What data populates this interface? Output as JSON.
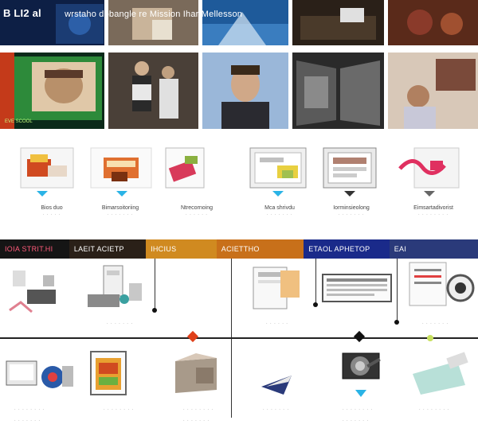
{
  "header": {
    "logo_text": "B LI2 al",
    "title": "wrstaho dobangle re Mission Ihar Mellesson"
  },
  "photo_tiles": [
    {
      "name": "photo-tile-1",
      "accent": "#1b3c73"
    },
    {
      "name": "photo-tile-2",
      "accent": "#c9b49a"
    },
    {
      "name": "photo-tile-3",
      "accent": "#3a7dbf"
    },
    {
      "name": "photo-tile-4",
      "accent": "#4a3a2a"
    },
    {
      "name": "photo-tile-5",
      "accent": "#8a3a2a"
    },
    {
      "name": "photo-tile-6",
      "accent": "#2d8a3a"
    },
    {
      "name": "photo-tile-7",
      "accent": "#6a5a4a"
    },
    {
      "name": "photo-tile-8",
      "accent": "#9ab7d9"
    },
    {
      "name": "photo-tile-9",
      "accent": "#3a3a3a"
    },
    {
      "name": "photo-tile-10",
      "accent": "#7a4a3a"
    }
  ],
  "photo_overlays": {
    "tile6_label": "EVE SCOOL"
  },
  "captions": [
    {
      "title": "Bios duo",
      "sub": "· · · · ·"
    },
    {
      "title": "Bimarsoitoriing",
      "sub": "· · · · · · ·"
    },
    {
      "title": "Ntrecornoing",
      "sub": "· · · · · ·"
    },
    {
      "title": "Mca shrivdu",
      "sub": "· · · · · · ·"
    },
    {
      "title": "Iorminsieolong",
      "sub": "· · · · · · ·"
    },
    {
      "title": "Eimsartadivorist",
      "sub": "· · · · · · · ·"
    }
  ],
  "timeline": {
    "segments": [
      {
        "label": "IOIA STRIT.HI",
        "color": "#ff5a7a"
      },
      {
        "label": "LAEIT ACIETP",
        "color": "#ffffff"
      },
      {
        "label": "IHCIUS",
        "color": "#f0a030"
      },
      {
        "label": "ACIETTHO",
        "color": "#f09030"
      },
      {
        "label": "ETAOL APHETOP",
        "color": "#4a7cff"
      },
      {
        "label": "EAI",
        "color": "#ffffff"
      }
    ]
  },
  "colors": {
    "timeline_bg": "#151515",
    "marker_red": "#e0401a",
    "marker_black": "#111111",
    "marker_cyan": "#2ab3e6",
    "marker_green": "#c8e060"
  }
}
